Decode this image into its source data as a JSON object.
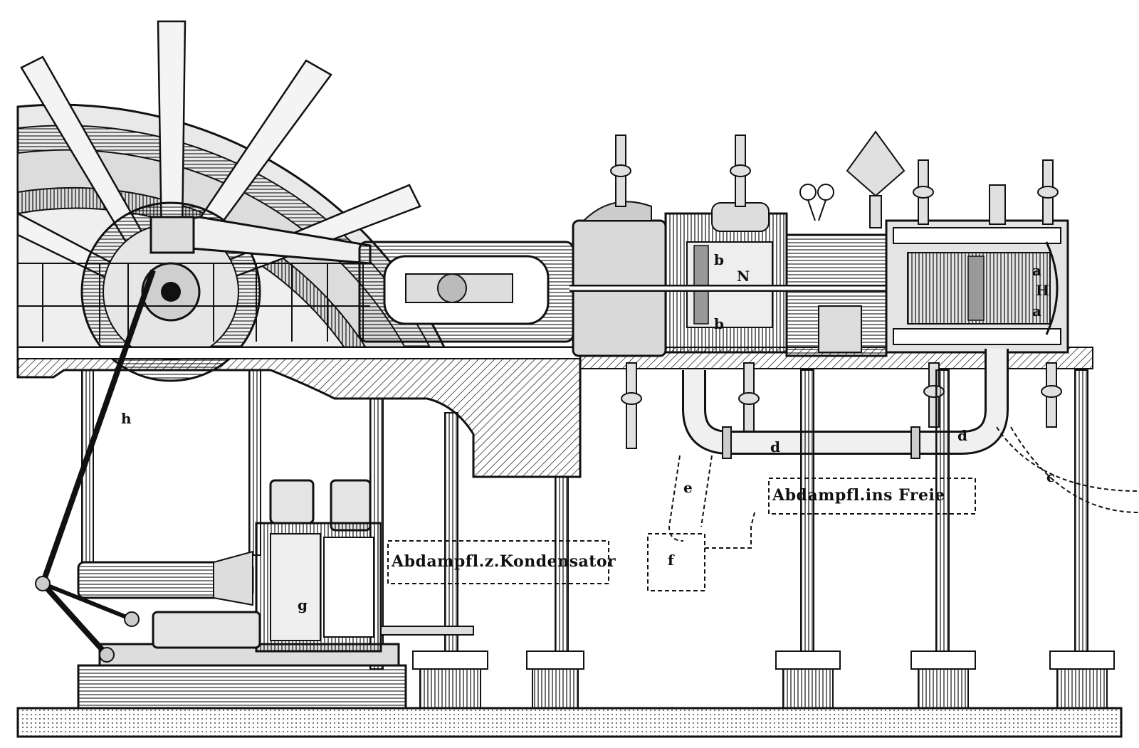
{
  "labels": {
    "h": "h",
    "b_top": "b",
    "N": "N",
    "b_bottom": "b",
    "a_top": "a",
    "H": "H",
    "a_bottom": "a",
    "d_left": "d",
    "d_right": "d",
    "c": "c",
    "e": "e",
    "f": "f",
    "g": "g",
    "exhaust_free": "Abdampfl.ins Freie",
    "exhaust_condenser": "Abdampfl.z.Kondensator"
  },
  "colors": {
    "ink": "#111111",
    "paper": "#ffffff",
    "shade": "#555555"
  }
}
